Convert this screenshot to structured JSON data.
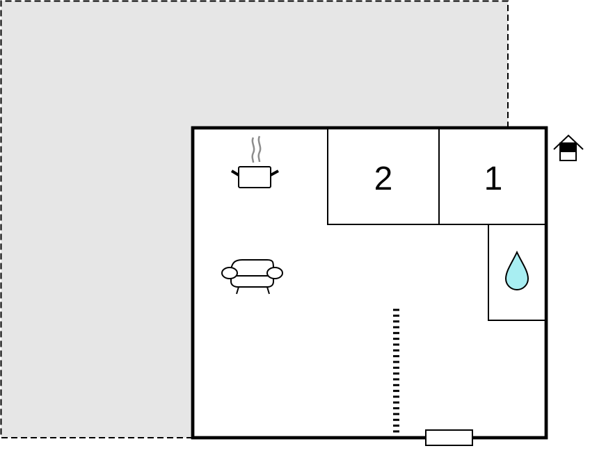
{
  "floorplan": {
    "rooms": [
      {
        "label": "2",
        "type": "bedroom"
      },
      {
        "label": "1",
        "type": "bedroom"
      }
    ],
    "icons": [
      "cooking-pot-icon",
      "sofa-icon",
      "water-drop-icon",
      "house-entrance-icon",
      "stairs-icon",
      "window-icon"
    ],
    "colors": {
      "terrace_fill": "#e6e6e6",
      "wall": "#000000",
      "water": "#a8eef2",
      "steam": "#8c8c8c"
    }
  }
}
